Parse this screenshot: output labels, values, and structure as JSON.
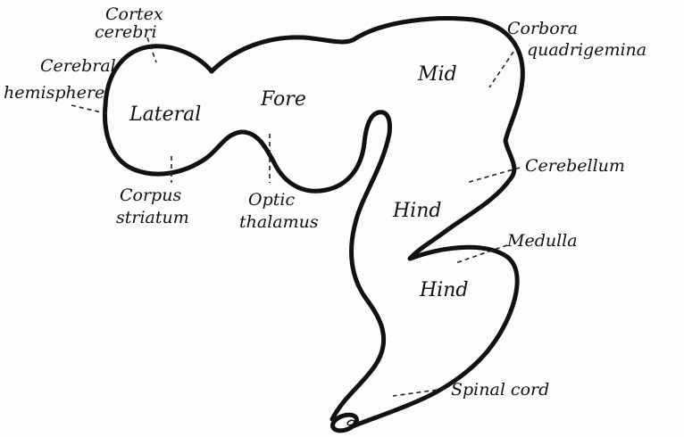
{
  "diagram": {
    "regions": {
      "lateral": "Lateral",
      "fore": "Fore",
      "mid": "Mid",
      "hind_upper": "Hind",
      "hind_lower": "Hind"
    },
    "callouts": {
      "cortex_line1": "Cortex",
      "cortex_line2": "cerebri",
      "cerebral_line1": "Cerebral",
      "cerebral_line2": "hemisphere",
      "corpus_line1": "Corpus",
      "corpus_line2": "striatum",
      "optic_line1": "Optic",
      "optic_line2": "thalamus",
      "corpora_line1": "Corbora",
      "corpora_line2": "quadrigemina",
      "cerebellum": "Cerebellum",
      "medulla": "Medulla",
      "spinal_cord": "Spinal cord"
    }
  }
}
